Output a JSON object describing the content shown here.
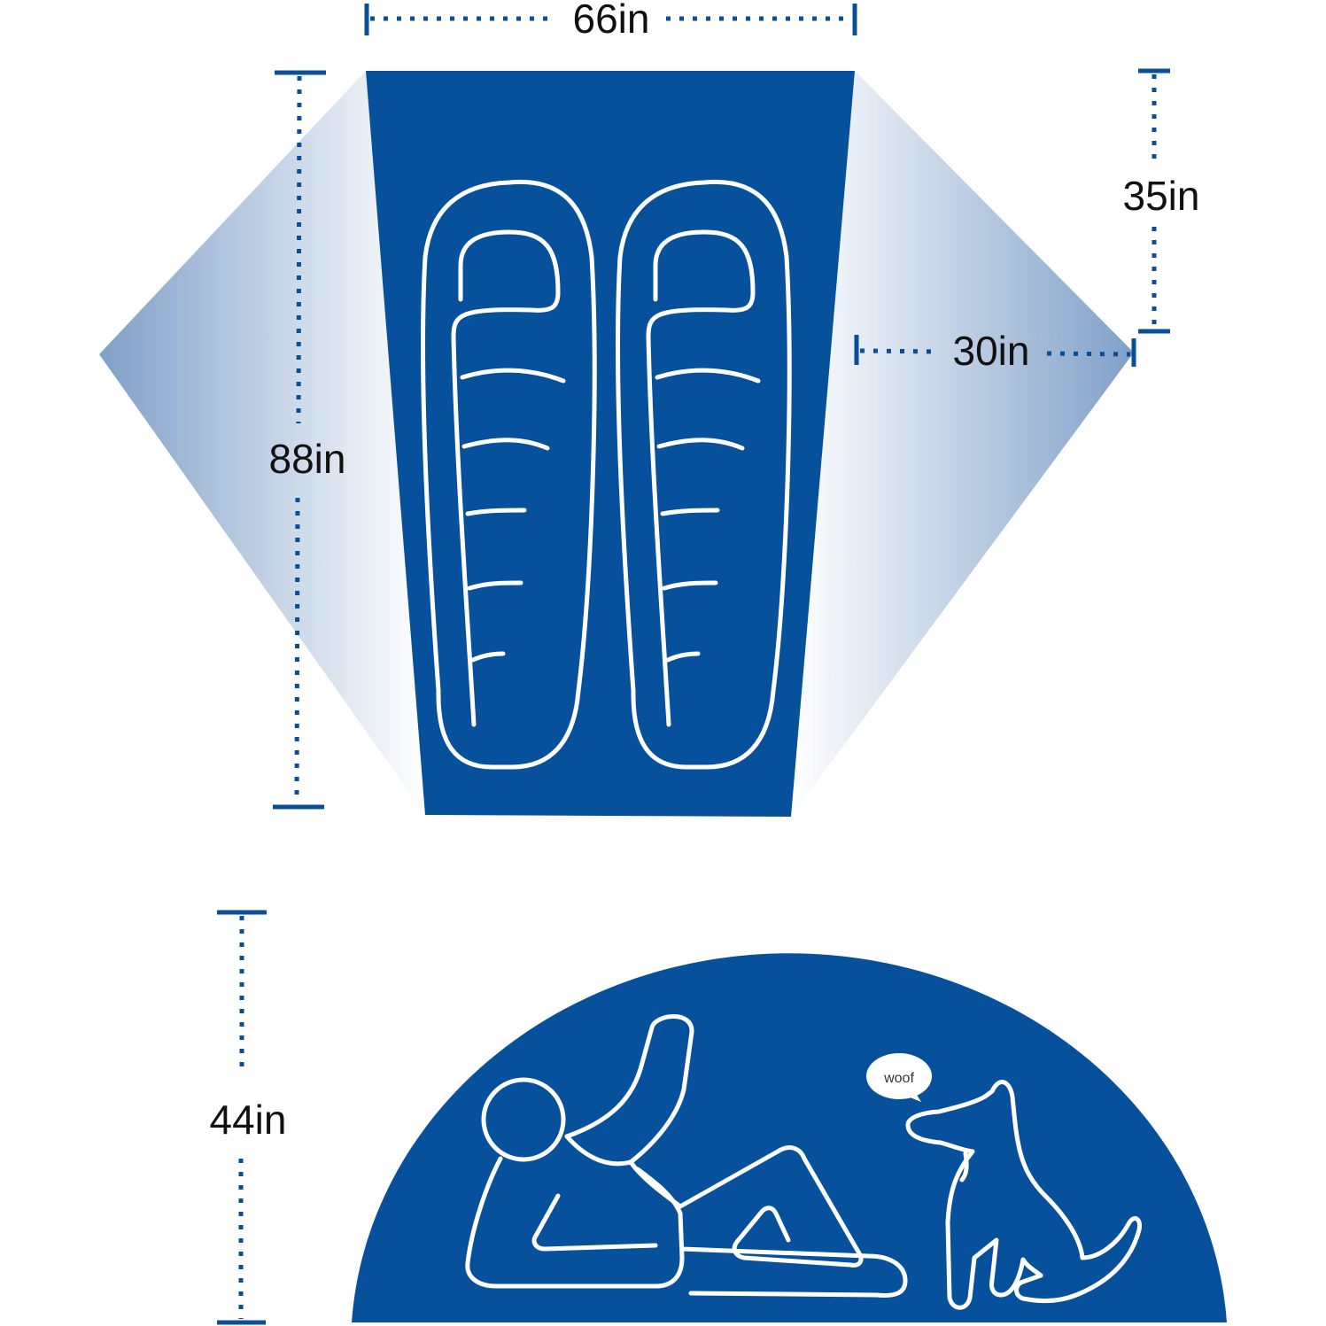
{
  "colors": {
    "tent_blue": "#07519c",
    "dimension_line": "#0a4e98",
    "vestibule_gradient_dark": "#7fa0c8",
    "vestibule_gradient_light": "#ffffff",
    "outline": "#ffffff",
    "label_text": "#111111"
  },
  "dimensions": {
    "top_width": "66in",
    "floor_length": "88in",
    "vestibule_depth": "30in",
    "vestibule_half_length": "35in",
    "peak_height": "44in"
  },
  "speech_bubble": {
    "text": "woof"
  },
  "icons": {
    "floor_plan": "tent-floor-plan-icon",
    "sleeping_bags": "sleeping-bag-icon",
    "person": "person-lying-icon",
    "dog": "dog-sitting-icon"
  }
}
